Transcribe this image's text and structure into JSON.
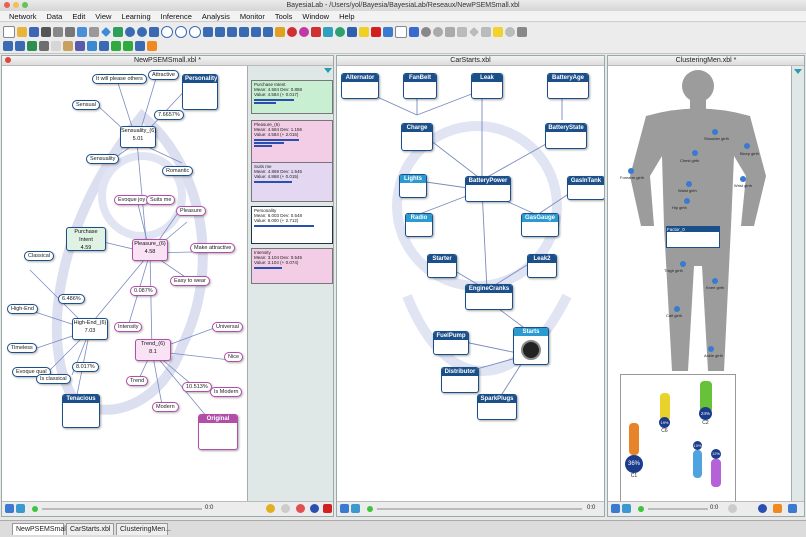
{
  "window": {
    "title": "BayesiaLab - /Users/yol/Bayesia/BayesiaLab/Reseaux/NewPSEMSmall.xbl"
  },
  "menu": [
    "Network",
    "Data",
    "Edit",
    "View",
    "Learning",
    "Inference",
    "Analysis",
    "Monitor",
    "Tools",
    "Window",
    "Help"
  ],
  "toolbar_icons": [
    "new-file-icon",
    "open-file-icon",
    "save-icon",
    "print-icon",
    "undo-icon",
    "redo-icon",
    "zoom-in-icon",
    "zoom-out-icon",
    "fit-icon",
    "select-icon",
    "node-icon",
    "arc-icon",
    "delete-icon"
  ],
  "panes": {
    "left": {
      "title": "NewPSEMSmall.xbl *"
    },
    "middle": {
      "title": "CarStarts.xbl"
    },
    "right": {
      "title": "ClusteringMen.xbl *"
    }
  },
  "psem_nodes": {
    "purchase_intent": {
      "label": "Purchase Intent",
      "value": "4.59"
    },
    "pleasure": {
      "label": "Pleasure_(6)",
      "value": "4.58"
    },
    "sensuality": {
      "label": "Sensuality_(6)",
      "value": "5.01"
    },
    "high_end": {
      "label": "High-End_(6)",
      "value": "7.03"
    },
    "trend": {
      "label": "Trend_(6)",
      "value": "8.1"
    }
  },
  "psem_labels": [
    "It will please others",
    "Attractive",
    "Personality",
    "Sensual",
    "Sensuality",
    "Romantic",
    "Evoque joy",
    "Suits me",
    "Pleasure",
    "Make attractive",
    "Easy to wear",
    "Classical",
    "High-End",
    "Timeless",
    "Evoque qual",
    "Is classical",
    "Tenacious",
    "Intensity",
    "Universal",
    "Nice",
    "Trend",
    "Is Modern",
    "Modern",
    "Original"
  ],
  "psem_pcts": [
    "7.6657%",
    "6.486%",
    "8.017%",
    "0.087%",
    "10.513%"
  ],
  "monitors": [
    {
      "title": "Purchase Intent",
      "mean": "Mean: 4.584  Dev: 0.858",
      "value": "Value: 4.584 (+ 0.017)",
      "color": "#c9efd2"
    },
    {
      "title": "Pleasure_(6)",
      "mean": "Mean: 4.584  Dev: 1.156",
      "value": "Value: 4.584 (+ 2.015)",
      "color": "#f3cde6"
    },
    {
      "title": "Suits me",
      "mean": "Mean: 4.869  Dev: 1.545",
      "value": "Value: 4.868 (+ 0.015)",
      "color": "#e3d7f2"
    },
    {
      "title": "Personality",
      "mean": "Mean: 8.003  Dev: 0.548",
      "value": "Value: 8.000 (+ 2.712)",
      "color": "#ffffff"
    },
    {
      "title": "Intensity",
      "mean": "Mean: 3.104  Dev: 0.545",
      "value": "Value: 3.104 (+ 0.074)",
      "color": "#f3cde6"
    }
  ],
  "car_nodes": [
    "Alternator",
    "FanBelt",
    "Leak",
    "BatteryAge",
    "Charge",
    "BatteryState",
    "Lights",
    "BatteryPower",
    "GasInTank",
    "Radio",
    "GasGauge",
    "Starter",
    "Leak2",
    "EngineCranks",
    "Starts",
    "FuelPump",
    "Distributor",
    "SparkPlugs"
  ],
  "body_labels": [
    "Shoulder girth",
    "Chest girth",
    "Bicep girth",
    "Waist girth",
    "Hip girth",
    "Forearm girth",
    "Wrist girth",
    "Thigh girth",
    "Knee girth",
    "Calf girth",
    "Ankle girth",
    "Factor_0"
  ],
  "clusters": [
    {
      "id": "C1",
      "pct": "36%",
      "color": "#e7842a"
    },
    {
      "id": "C2",
      "pct": "24%",
      "color": "#67c23a"
    },
    {
      "id": "C6",
      "pct": "19%",
      "color": "#e9d22b"
    },
    {
      "id": "C3",
      "pct": "12%",
      "color": "#b561d7"
    },
    {
      "id": "C4",
      "pct": "10%",
      "color": "#4fa3e0"
    }
  ],
  "foot": {
    "zoom_left": "0:0",
    "zoom_mid": "0:0",
    "zoom_right": "0:0"
  },
  "tabs": [
    "NewPSEMSmall...",
    "CarStarts.xbl",
    "ClusteringMen..."
  ],
  "colors": {
    "node_blue": "#1b4f8a",
    "pink": "#b14fa8",
    "green_status": "#3ec43e"
  }
}
